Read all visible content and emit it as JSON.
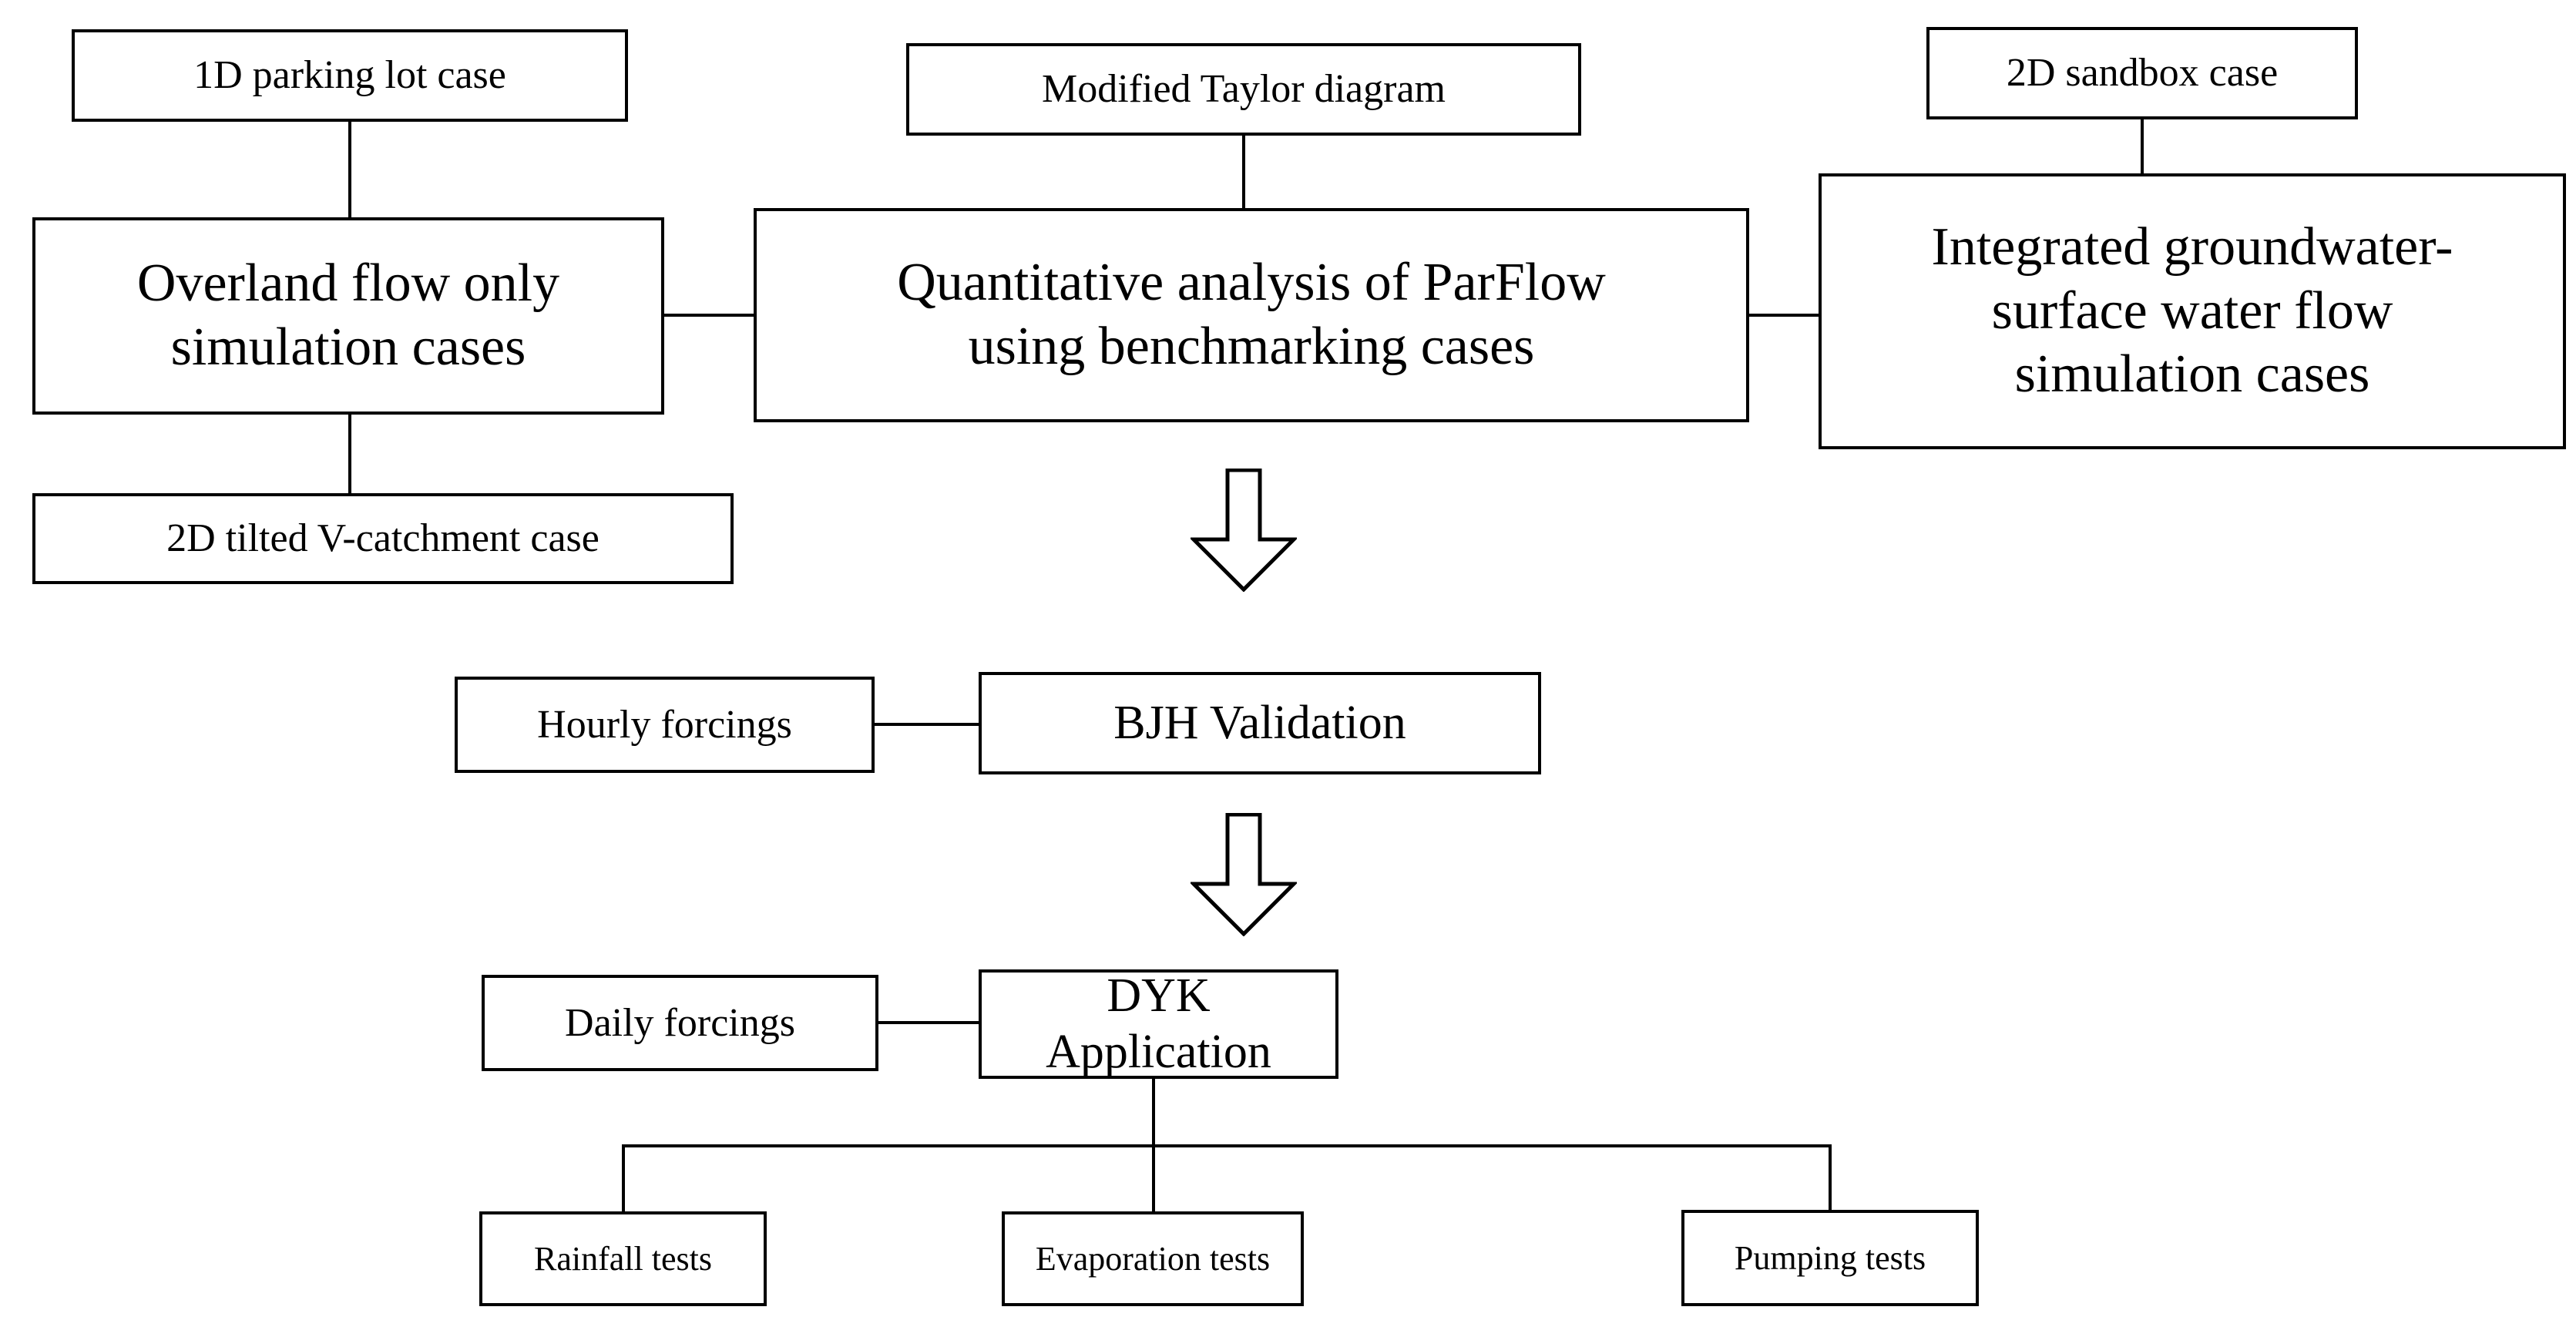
{
  "diagram": {
    "title": "ParFlow benchmarking and application workflow flowchart",
    "line_color": "#000000",
    "background_color": "#ffffff",
    "nodes": {
      "parking_lot": "1D parking lot case",
      "overland_flow": "Overland flow only\nsimulation cases",
      "tilted_v": "2D tilted V-catchment case",
      "taylor_diagram": "Modified Taylor diagram",
      "quantitative_analysis": "Quantitative analysis of ParFlow\nusing benchmarking cases",
      "sandbox": "2D sandbox case",
      "integrated_gw_sw": "Integrated groundwater-\nsurface water flow\nsimulation cases",
      "hourly_forcings": "Hourly forcings",
      "bjh_validation": "BJH Validation",
      "daily_forcings": "Daily forcings",
      "dyk_application": "DYK Application",
      "rainfall_tests": "Rainfall tests",
      "evaporation_tests": "Evaporation tests",
      "pumping_tests": "Pumping tests"
    },
    "arrows": [
      {
        "name": "arrow-quantitative-to-bjh",
        "direction": "down"
      },
      {
        "name": "arrow-bjh-to-dyk",
        "direction": "down"
      }
    ]
  }
}
